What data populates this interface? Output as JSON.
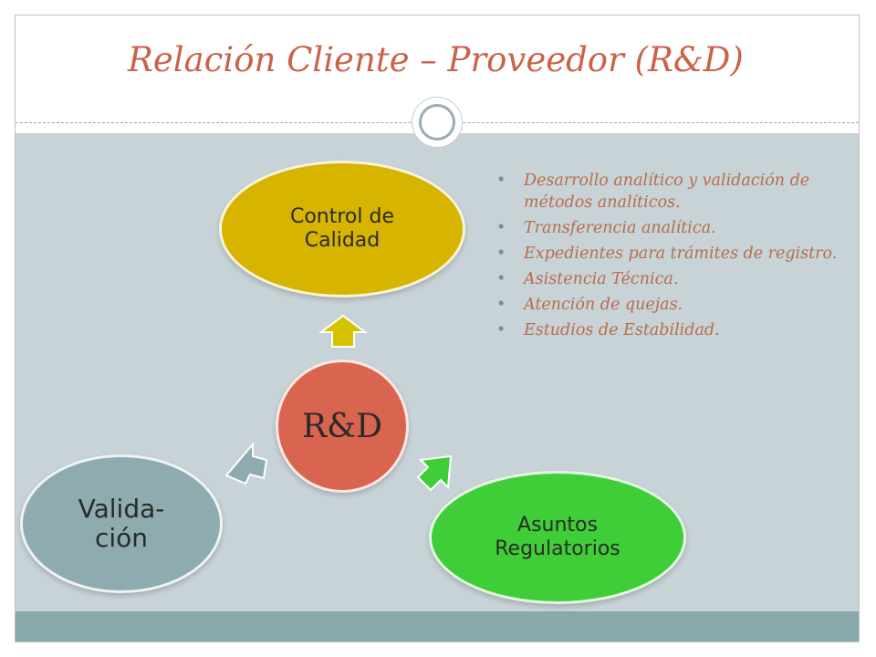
{
  "slide": {
    "title": "Relación Cliente – Proveedor (R&D)"
  },
  "diagram": {
    "center": {
      "label": "R&D"
    },
    "nodes": [
      {
        "id": "quality-control",
        "label_line1": "Control de",
        "label_line2": "Calidad"
      },
      {
        "id": "regulatory-affairs",
        "label_line1": "Asuntos",
        "label_line2": "Regulatorios"
      },
      {
        "id": "validation",
        "label_line1": "Valida-",
        "label_line2": "ción"
      }
    ],
    "services": [
      "Desarrollo analítico y validación de métodos analíticos.",
      "Transferencia analítica.",
      "Expedientes para trámites de registro.",
      "Asistencia Técnica.",
      "Atención de quejas.",
      "Estudios de Estabilidad."
    ]
  },
  "colors": {
    "title": "#c9634a",
    "content_bg": "#c8d3d8",
    "footer": "#89aaaa",
    "rd": "#d96450",
    "quality_control": "#d6b400",
    "regulatory_affairs": "#3fce37",
    "validation": "#8eacaf",
    "bullet_text": "#b86d4b"
  }
}
